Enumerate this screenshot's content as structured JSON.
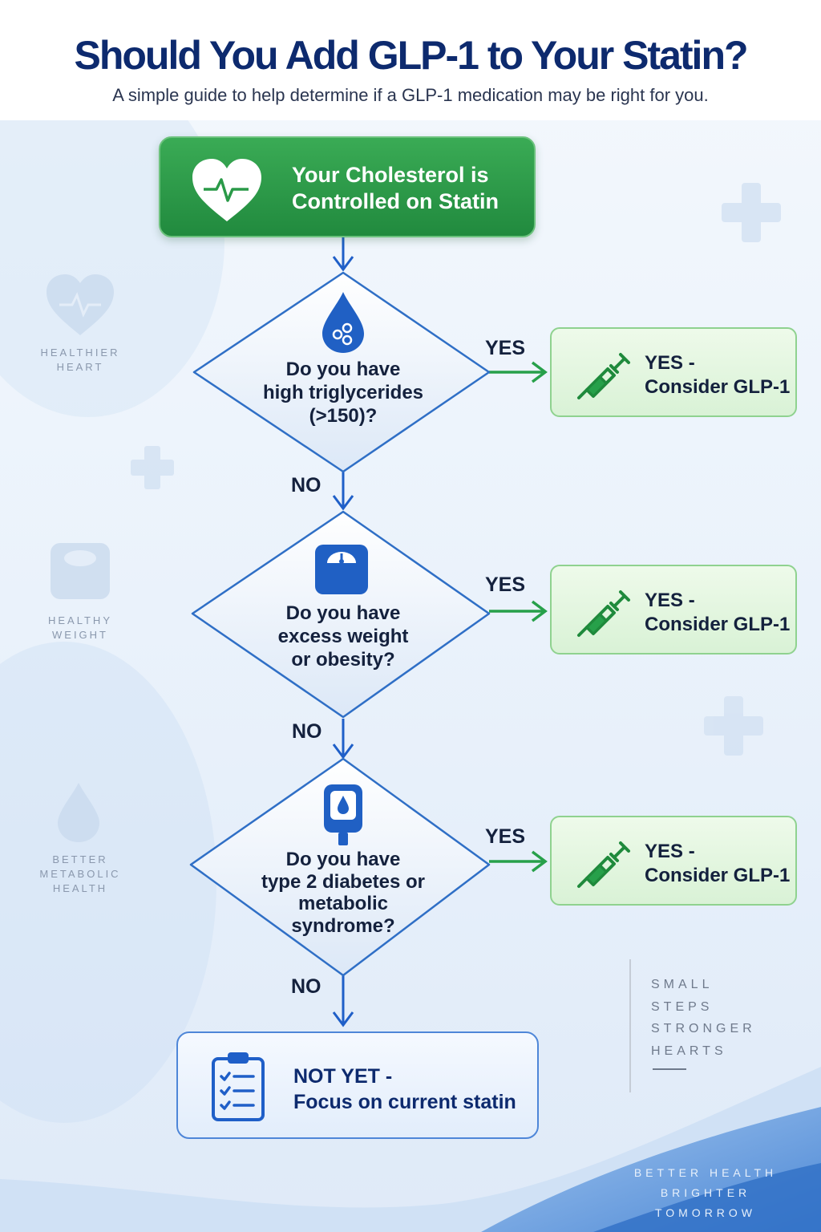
{
  "header": {
    "title": "Should You Add GLP-1 to Your Statin?",
    "subtitle": "A simple guide to help determine if a GLP-1 medication may be right for you."
  },
  "start": {
    "lines": [
      "Your Cholesterol is",
      "Controlled on Statin"
    ],
    "icon": "heart-pulse-icon"
  },
  "questions": [
    {
      "lines": [
        "Do you have",
        "high triglycerides",
        "(>150)?"
      ],
      "icon": "droplet-icon",
      "yes_label": "YES",
      "no_label": "NO"
    },
    {
      "lines": [
        "Do you have",
        "excess weight",
        "or obesity?"
      ],
      "icon": "scale-icon",
      "yes_label": "YES",
      "no_label": "NO"
    },
    {
      "lines": [
        "Do you have",
        "type 2 diabetes or",
        "metabolic",
        "syndrome?"
      ],
      "icon": "glucose-meter-icon",
      "yes_label": "YES",
      "no_label": "NO"
    }
  ],
  "outcomes": {
    "yes": {
      "lines": [
        "YES -",
        "Consider GLP-1"
      ],
      "icon": "syringe-icon"
    },
    "end": {
      "lines": [
        "NOT YET -",
        "Focus on current statin"
      ],
      "icon": "clipboard-checklist-icon"
    }
  },
  "sidebar": [
    {
      "lines": [
        "HEALTHIER",
        "HEART"
      ],
      "icon": "heart-icon"
    },
    {
      "lines": [
        "HEALTHY",
        "WEIGHT"
      ],
      "icon": "scale-icon"
    },
    {
      "lines": [
        "BETTER",
        "METABOLIC",
        "HEALTH"
      ],
      "icon": "droplet-icon"
    }
  ],
  "motto": [
    "SMALL",
    "STEPS",
    "STRONGER",
    "HEARTS"
  ],
  "footer": [
    "BETTER HEALTH",
    "BRIGHTER TOMORROW"
  ],
  "colors": {
    "title": "#0d2a6e",
    "start_green": "#2a9a48",
    "yes_arrow": "#27a04a",
    "no_arrow": "#1f5fc8",
    "yes_box": "#e3f5df",
    "end_border": "#4e86d8"
  }
}
